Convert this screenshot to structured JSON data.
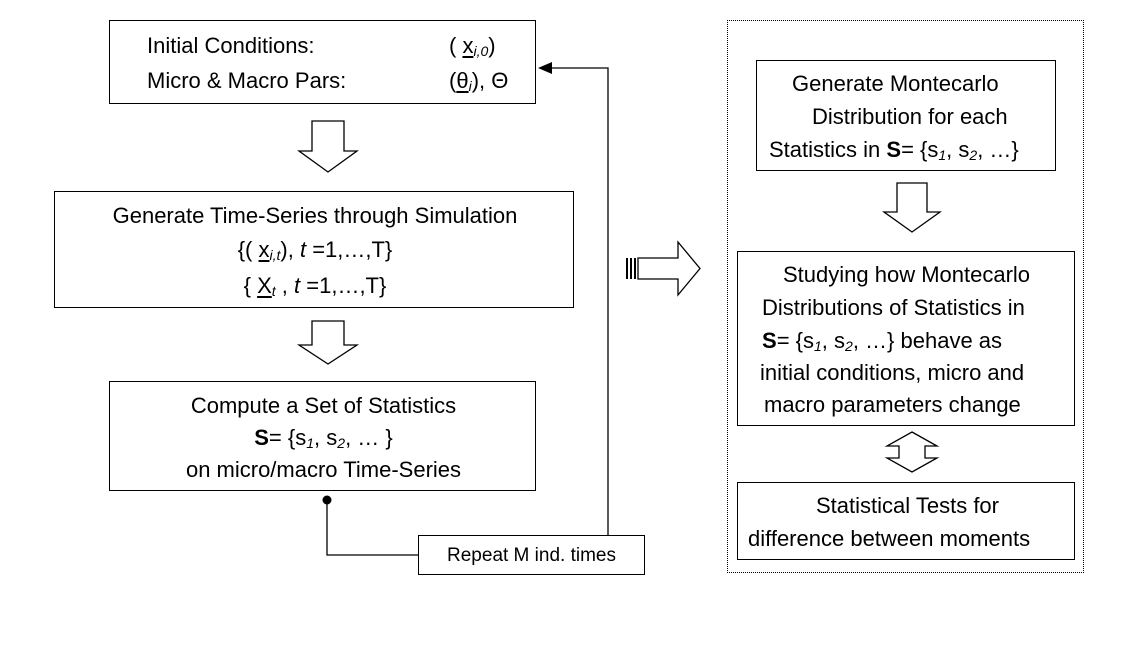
{
  "left": {
    "box1": {
      "row1_label": "Initial Conditions:",
      "row1_open": "( ",
      "row1_var": "x",
      "row1_sub": "i,0",
      "row1_close": ")",
      "row2_label": "Micro & Macro Pars:",
      "row2_open": "(",
      "row2_var": "θ",
      "row2_sub": "i",
      "row2_close": "), Θ"
    },
    "box2": {
      "line1": "Generate Time-Series through Simulation",
      "line2_open": "{( ",
      "line2_var": "x",
      "line2_sub": "i,t",
      "line2_mid": "), ",
      "line2_t": "t",
      "line2_rest": " =1,…,T}",
      "line3_open": "{ ",
      "line3_var": "X",
      "line3_sub": "t",
      "line3_mid": " , ",
      "line3_t": "t",
      "line3_rest": " =1,…,T}"
    },
    "box3": {
      "line1": "Compute a Set of Statistics",
      "line2_bold": "S",
      "line2_a": "= {s",
      "line2_s1": "1",
      "line2_b": ", s",
      "line2_s2": "2",
      "line2_c": ", … }",
      "line3": "on micro/macro Time-Series"
    },
    "repeat_label": "Repeat M ind. times"
  },
  "right": {
    "box1": {
      "line1": "Generate Montecarlo",
      "line2": "Distribution for each",
      "line3_a": "Statistics in ",
      "line3_bold": "S",
      "line3_b": "= {s",
      "line3_s1": "1",
      "line3_c": ", s",
      "line3_s2": "2",
      "line3_d": ", …}"
    },
    "box2": {
      "line1": "Studying how Montecarlo",
      "line2": "Distributions of Statistics in",
      "line3_bold": "S",
      "line3_a": "= {s",
      "line3_s1": "1",
      "line3_b": ", s",
      "line3_s2": "2",
      "line3_c": ", …} behave as",
      "line4": "initial conditions, micro and",
      "line5": "macro parameters change"
    },
    "box3": {
      "line1": "Statistical Tests for",
      "line2": "difference between moments"
    }
  }
}
